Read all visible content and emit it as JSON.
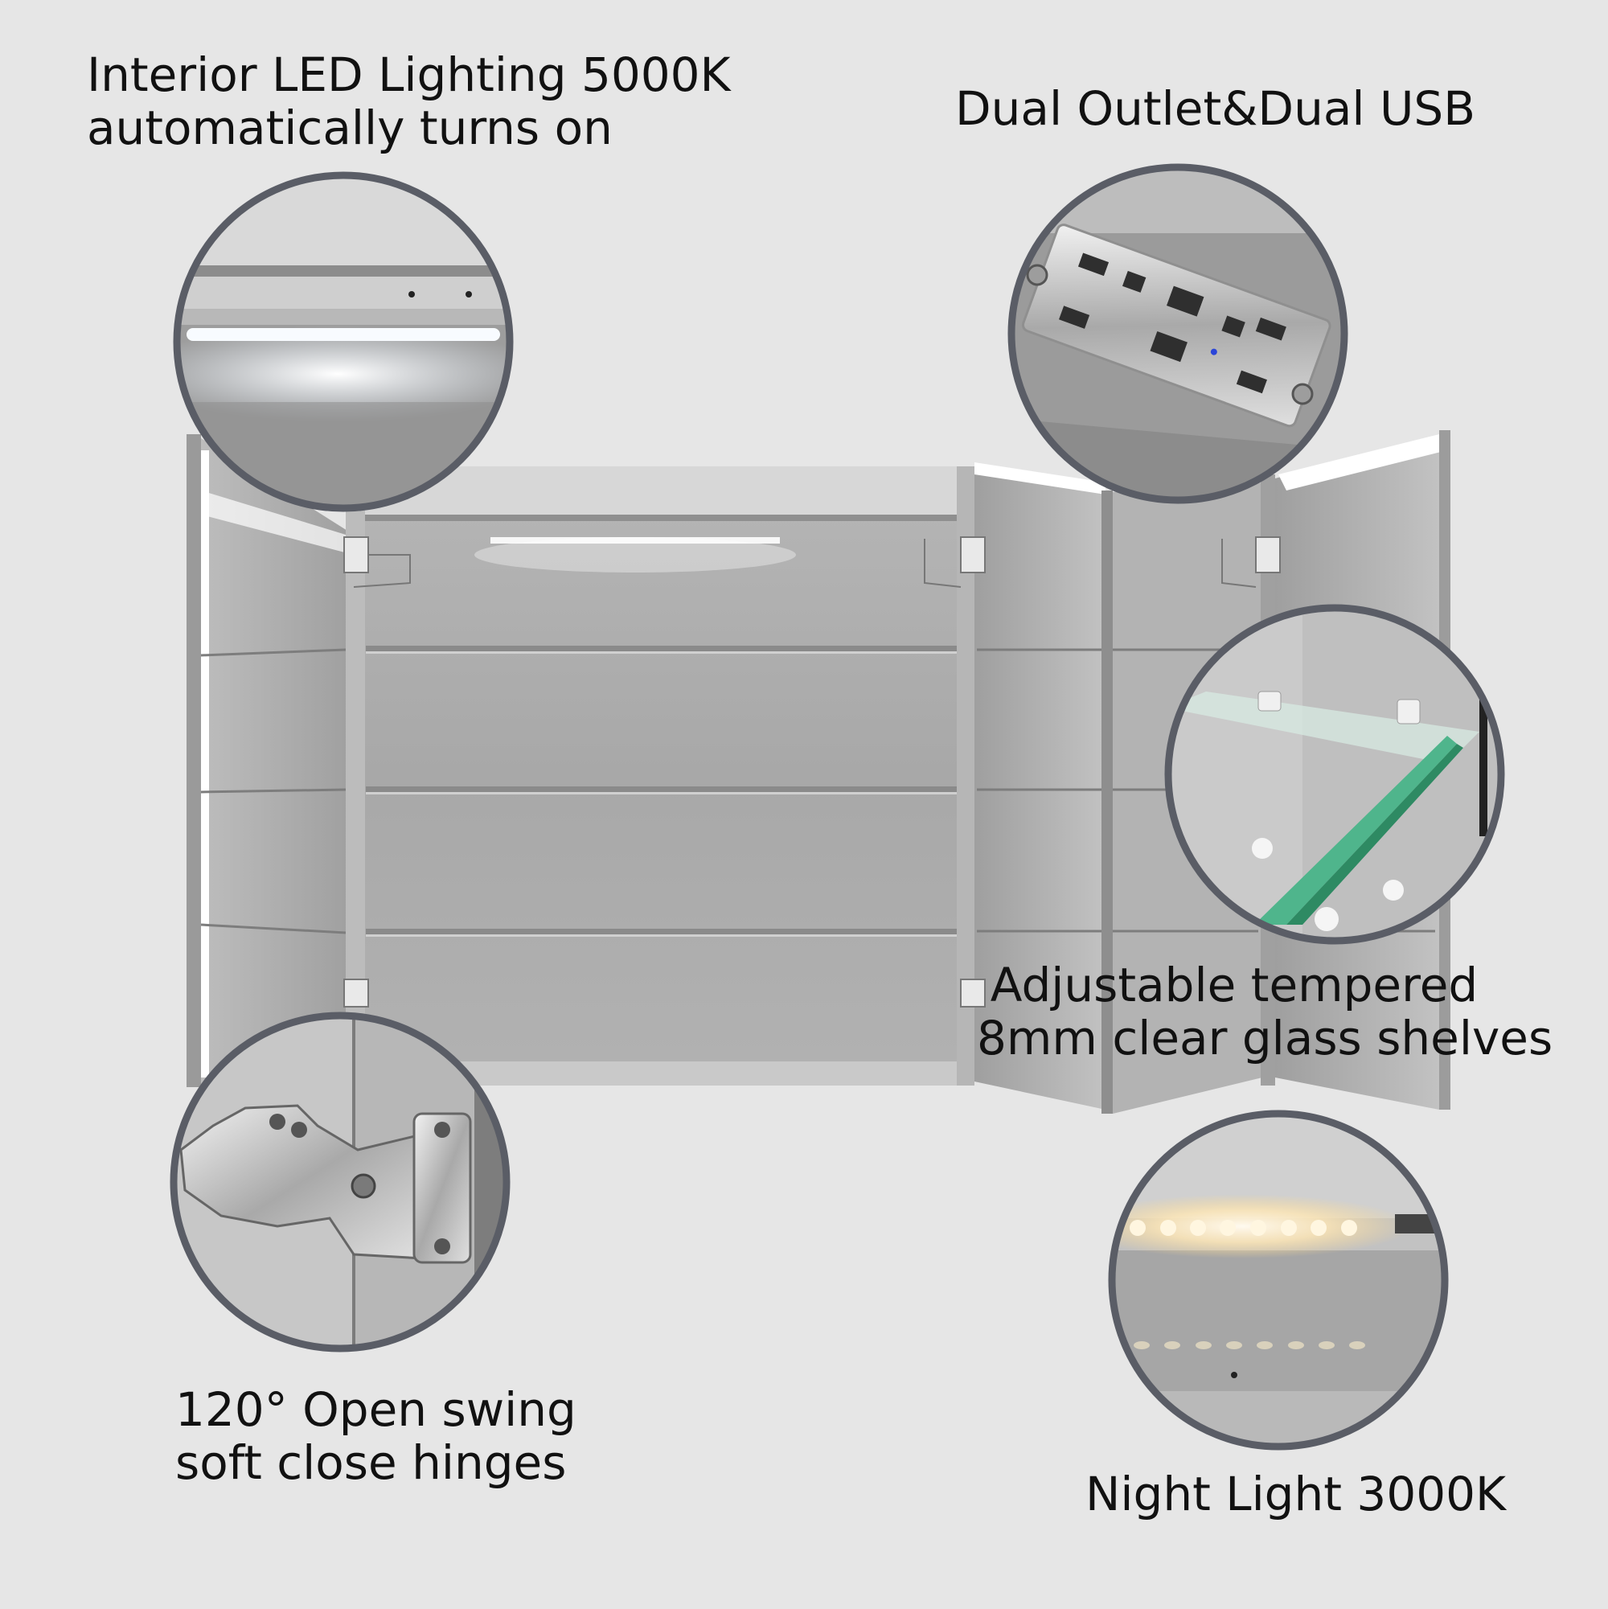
{
  "captions": {
    "interior_led": [
      "Interior LED Lighting 5000K",
      "automatically turns on"
    ],
    "outlet": [
      "Dual Outlet&Dual USB"
    ],
    "shelves": [
      "Adjustable tempered",
      "8mm clear glass shelves"
    ],
    "hinges": [
      "120° Open swing",
      "soft close hinges"
    ],
    "night_light": [
      "Night Light 3000K"
    ]
  },
  "colors": {
    "background": "#e6e6e6",
    "callout_ring": "#5a5d66",
    "cabinet_interior": "#a9a9a9",
    "frame": "#cfcfcf",
    "cool_led": "#f2f8ff",
    "warm_led": "#fff1d2",
    "glass_edge": "#4fb58c"
  }
}
